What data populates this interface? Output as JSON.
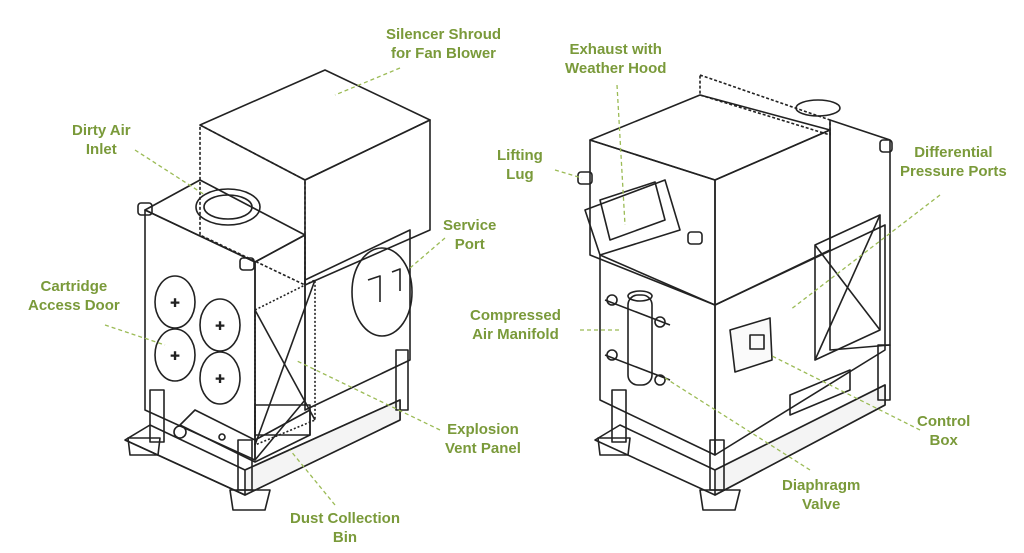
{
  "colors": {
    "label": "#7a9a3a",
    "leader": "#9bbb55",
    "line": "#222222",
    "background": "#ffffff"
  },
  "labels": {
    "silencer": [
      "Silencer Shroud",
      "for Fan Blower"
    ],
    "dirty_air": [
      "Dirty Air",
      "Inlet"
    ],
    "service_port": [
      "Service",
      "Port"
    ],
    "cartridge": [
      "Cartridge",
      "Access Door"
    ],
    "explosion": [
      "Explosion",
      "Vent Panel"
    ],
    "dust_bin": [
      "Dust Collection",
      "Bin"
    ],
    "exhaust": [
      "Exhaust with",
      "Weather Hood"
    ],
    "lifting": [
      "Lifting",
      "Lug"
    ],
    "differential": [
      "Differential",
      "Pressure Ports"
    ],
    "manifold": [
      "Compressed",
      "Air Manifold"
    ],
    "control_box": [
      "Control",
      "Box"
    ],
    "diaphragm": [
      "Diaphragm",
      "Valve"
    ]
  }
}
